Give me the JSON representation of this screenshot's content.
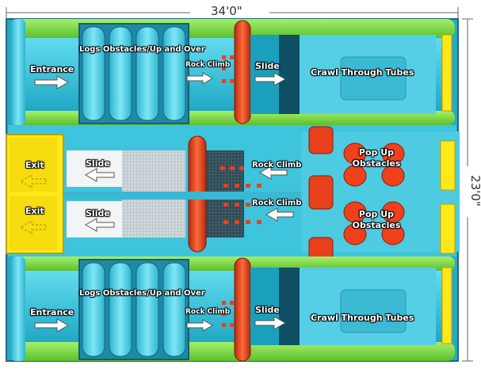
{
  "dimensions": {
    "width": "34'0\"",
    "height": "23'0\""
  },
  "top_lane": {
    "entrance": "Entrance",
    "logs": "Logs Obstacles/Up and Over",
    "rock_climb": "Rock Climb",
    "slide": "Slide",
    "crawl": "Crawl Through Tubes"
  },
  "bottom_lane": {
    "entrance": "Entrance",
    "logs": "Logs Obstacles/Up and Over",
    "rock_climb": "Rock Climb",
    "slide": "Slide",
    "crawl": "Crawl Through Tubes"
  },
  "middle": {
    "exit_1": "Exit",
    "exit_2": "Exit",
    "slide_1": "Slide",
    "slide_2": "Slide",
    "rock_climb_1": "Rock Climb",
    "rock_climb_2": "Rock Climb",
    "popup_1": "Pop Up Obstacles",
    "popup_2": "Pop Up Obstacles"
  },
  "colors": {
    "cyan": "#38c4dc",
    "green": "#7ed84a",
    "red": "#e8401c",
    "yellow": "#ffe81a",
    "dark": "#1f5e7a"
  }
}
